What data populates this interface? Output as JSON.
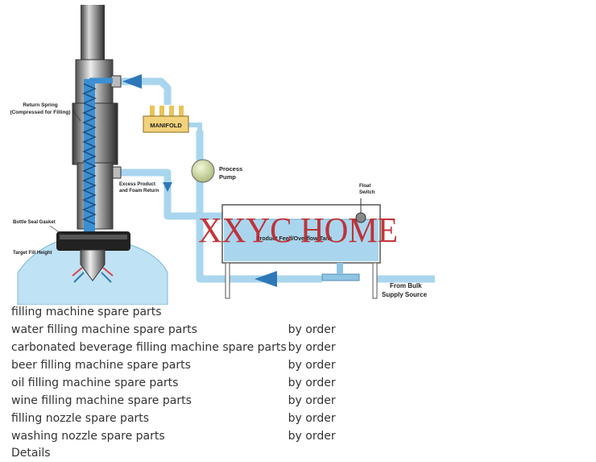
{
  "diagram": {
    "labels": {
      "return_spring_1": "Return Spring",
      "return_spring_2": "(Compressed for Filling)",
      "manifold": "MANIFOLD",
      "process_pump_1": "Process",
      "process_pump_2": "Pump",
      "excess_1": "Excess Product",
      "excess_2": "and Foam Return",
      "float_1": "Float",
      "float_2": "Switch",
      "gasket": "Bottle Seal Gasket",
      "target": "Target Fill Height",
      "tank": "Product Feed/Overflow Tank",
      "bulk_1": "From Bulk",
      "bulk_2": "Supply Source"
    },
    "watermark": "XXYC HOME",
    "colors": {
      "pipe": "#a9d6ee",
      "water": "#bfe2f4",
      "arrow": "#2e78b8",
      "watermark": "#c0262b",
      "manifold": "#f2d27a"
    }
  },
  "parts_table": {
    "rows": [
      {
        "name": "filling machine spare parts",
        "availability": ""
      },
      {
        "name": "water filling machine spare parts",
        "availability": "by order"
      },
      {
        "name": "carbonated beverage filling machine spare parts",
        "availability": "by order"
      },
      {
        "name": "beer filling machine spare parts",
        "availability": "by order"
      },
      {
        "name": "oil filling machine spare parts",
        "availability": "by order"
      },
      {
        "name": "wine filling machine spare parts",
        "availability": "by order"
      },
      {
        "name": "filling nozzle spare parts",
        "availability": "by order"
      },
      {
        "name": "washing nozzle spare parts",
        "availability": "by order"
      }
    ]
  },
  "details_label": "Details"
}
